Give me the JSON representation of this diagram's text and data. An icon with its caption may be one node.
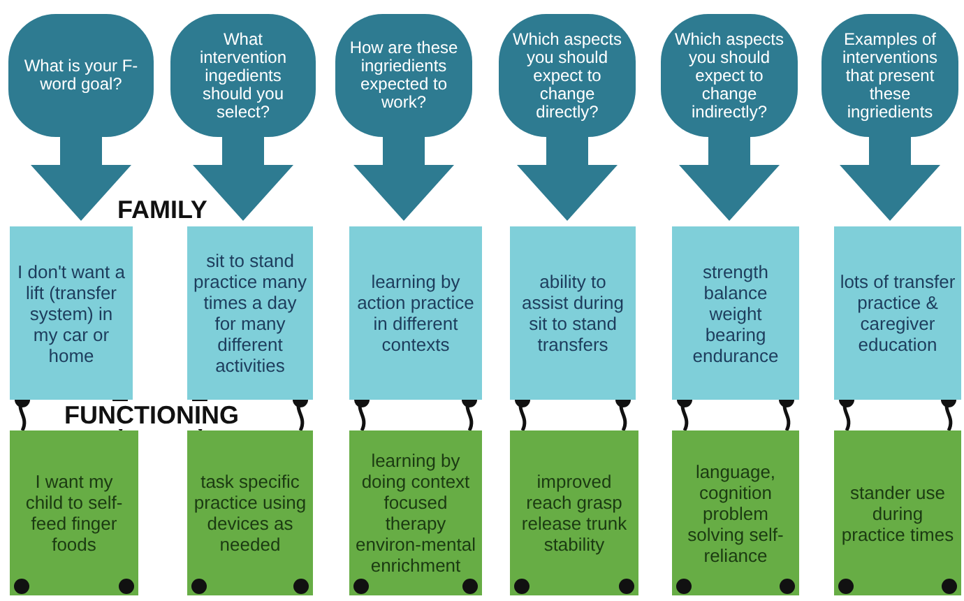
{
  "diagram": {
    "nodes": [
      {
        "text": [
          "What is your F-word goal?"
        ]
      },
      {
        "text": [
          "What intervention ingedients should you select?"
        ]
      },
      {
        "text": [
          "How are these ingriedients expected to work?"
        ]
      },
      {
        "text": [
          "Which aspects you should expect to change directly?"
        ]
      },
      {
        "text": [
          "Which aspects you should expect to change indirectly?"
        ]
      },
      {
        "text": [
          "Examples of interventions that present these ingriedients"
        ]
      },
      {
        "text": [
          "I don't want a lift (transfer system) in my car or home"
        ]
      },
      {
        "text": [
          "sit to stand practice many times a day for many different activities"
        ]
      },
      {
        "text": [
          "learning by action practice in different contexts"
        ]
      },
      {
        "text": [
          "ability to assist during sit to stand transfers"
        ]
      },
      {
        "text": [
          "strength balance weight bearing endurance"
        ]
      },
      {
        "text": [
          "lots of transfer practice & caregiver education"
        ]
      },
      {
        "text": [
          "I want my child to self-feed finger foods"
        ]
      },
      {
        "text": [
          "task specific practice using devices as needed"
        ]
      },
      {
        "text": [
          "learning by doing context focused therapy environ-mental enrichment"
        ]
      },
      {
        "text": [
          "improved reach grasp release trunk stability"
        ]
      },
      {
        "text": [
          "language, cognition problem solving self-reliance"
        ]
      },
      {
        "text": [
          "stander use during practice times"
        ]
      }
    ],
    "edges": [
      {
        "from": 0,
        "to": 6,
        "arrow": "to",
        "style": "thick",
        "color": "#2e7b91"
      },
      {
        "from": 1,
        "to": 7,
        "arrow": "to",
        "style": "thick",
        "color": "#2e7b91"
      },
      {
        "from": 2,
        "to": 8,
        "arrow": "to",
        "style": "thick",
        "color": "#2e7b91"
      },
      {
        "from": 3,
        "to": 9,
        "arrow": "to",
        "style": "thick",
        "color": "#2e7b91"
      },
      {
        "from": 4,
        "to": 10,
        "arrow": "to",
        "style": "thick",
        "color": "#2e7b91"
      },
      {
        "from": 5,
        "to": 11,
        "arrow": "to",
        "style": "thick",
        "color": "#2e7b91"
      },
      {
        "from": 6,
        "to": 12,
        "arrow": "other"
      },
      {
        "from": 6,
        "to": 12,
        "arrow": "other"
      },
      {
        "from": 7,
        "to": 13,
        "arrow": "other"
      },
      {
        "from": 7,
        "to": 13,
        "arrow": "other"
      },
      {
        "from": 8,
        "to": 14,
        "arrow": "other"
      },
      {
        "from": 8,
        "to": 14,
        "arrow": "other"
      },
      {
        "from": 9,
        "to": 15,
        "arrow": "other"
      },
      {
        "from": 9,
        "to": 15,
        "arrow": "other"
      },
      {
        "from": 10,
        "to": 16,
        "arrow": "other"
      },
      {
        "from": 10,
        "to": 16,
        "arrow": "other"
      },
      {
        "from": 11,
        "to": 17,
        "arrow": "other"
      },
      {
        "from": 11,
        "to": 17,
        "arrow": "other"
      }
    ],
    "labels": [
      "FAMILY",
      "FUNCTIONING"
    ]
  }
}
